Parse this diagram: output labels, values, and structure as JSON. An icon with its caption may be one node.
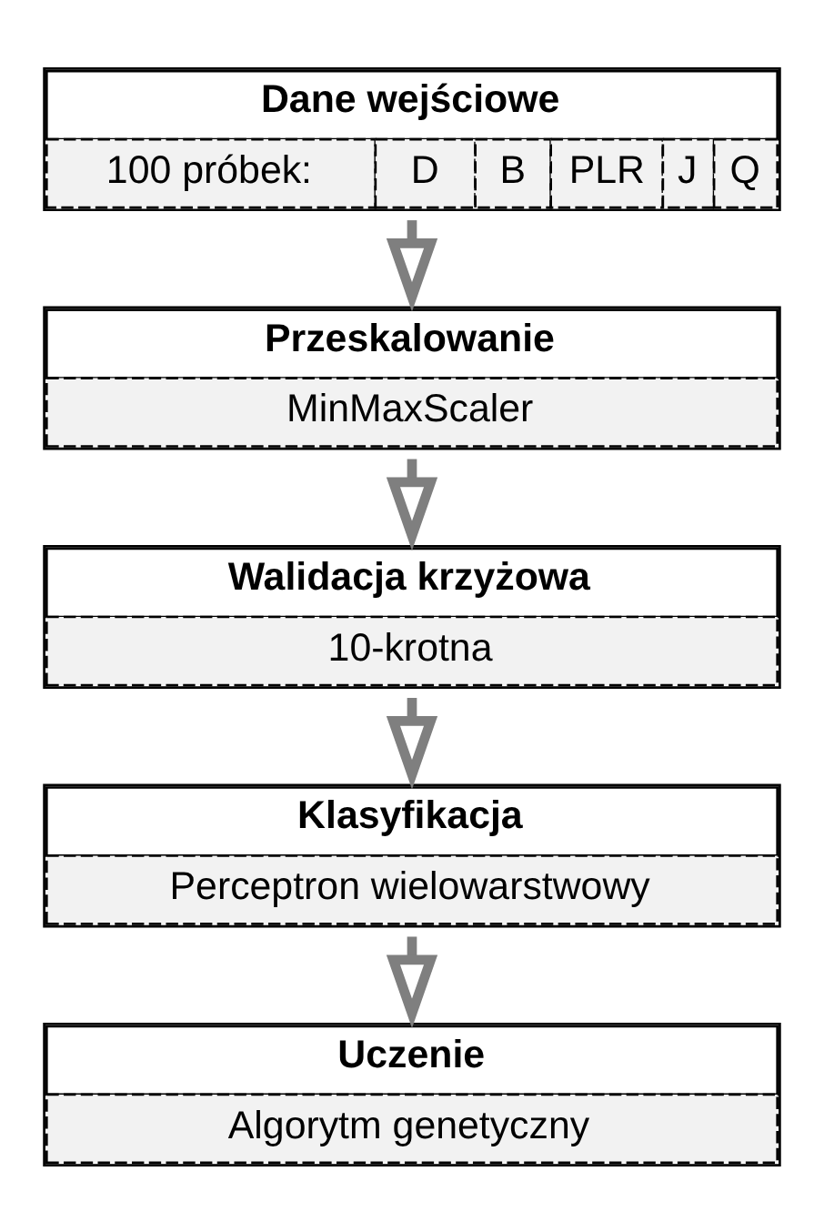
{
  "diagram": {
    "nodes": [
      {
        "text": [
          "Dane wejściowe",
          "100 próbek:",
          "D",
          "B",
          "PLR",
          "J",
          "Q"
        ]
      },
      {
        "text": [
          "Przeskalowanie",
          "MinMaxScaler"
        ]
      },
      {
        "text": [
          "Walidacja krzyżowa",
          "10-krotna"
        ]
      },
      {
        "text": [
          "Klasyfikacja",
          "Perceptron wielowarstwowy"
        ]
      },
      {
        "text": [
          "Uczenie",
          "Algorytm genetyczny"
        ]
      }
    ],
    "edges": [
      {
        "from": 0,
        "to": 1,
        "arrow": "to"
      },
      {
        "from": 1,
        "to": 2,
        "arrow": "to"
      },
      {
        "from": 2,
        "to": 3,
        "arrow": "to"
      },
      {
        "from": 3,
        "to": 4,
        "arrow": "to"
      }
    ]
  }
}
